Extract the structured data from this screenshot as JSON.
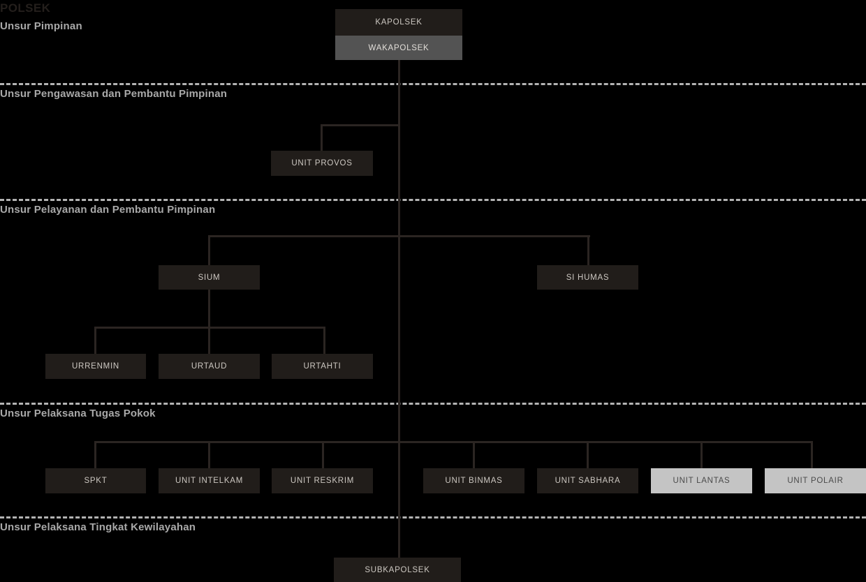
{
  "title": "POLSEK",
  "sections": [
    {
      "label": "Unsur Pimpinan"
    },
    {
      "label": "Unsur Pengawasan dan Pembantu Pimpinan"
    },
    {
      "label": "Unsur Pelayanan dan Pembantu Pimpinan"
    },
    {
      "label": "Unsur Pelaksana Tugas Pokok"
    },
    {
      "label": "Unsur Pelaksana Tingkat Kewilayahan"
    }
  ],
  "nodes": {
    "kapolsek": "KAPOLSEK",
    "wakapolsek": "WAKAPOLSEK",
    "unit_provos": "UNIT PROVOS",
    "sium": "SIUM",
    "si_humas": "SI HUMAS",
    "urrenmin": "URRENMIN",
    "urtaud": "URTAUD",
    "urtahti": "URTAHTI",
    "spkt": "SPKT",
    "unit_intelkam": "UNIT INTELKAM",
    "unit_reskrim": "UNIT RESKRIM",
    "unit_binmas": "UNIT BINMAS",
    "unit_sabhara": "UNIT SABHARA",
    "unit_lantas": "UNIT LANTAS",
    "unit_polair": "UNIT POLAIR",
    "subkapolsek": "SUBKAPOLSEK"
  },
  "colors": {
    "background": "#000000",
    "node_dark": "#211d1a",
    "node_gray": "#535353",
    "node_light": "#c4c4c4",
    "connector": "#2b2522",
    "divider": "#b3b3b3",
    "section_text": "#a9a9a9",
    "title_text": "#241f1c"
  }
}
